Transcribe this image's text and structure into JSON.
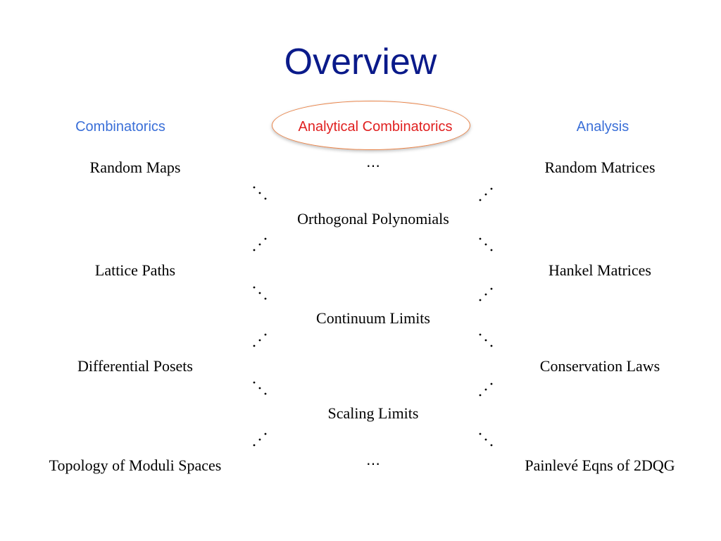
{
  "title": "Overview",
  "columns": {
    "left": "Combinatorics",
    "center": "Analytical Combinatorics",
    "right": "Analysis"
  },
  "left_terms": [
    "Random Maps",
    "Lattice Paths",
    "Differential Posets",
    "Topology of Moduli Spaces"
  ],
  "center_terms": [
    "Orthogonal Polynomials",
    "Continuum Limits",
    "Scaling Limits"
  ],
  "right_terms": [
    "Random Matrices",
    "Hankel Matrices",
    "Conservation Laws",
    "Painlevé Eqns of 2DQG"
  ],
  "center_ellipsis": [
    "⋯",
    "⋯"
  ],
  "colors": {
    "title": "#0a1a8a",
    "column_heading": "#3a6fd8",
    "highlight_text": "#e02020",
    "highlight_ellipse": "#e8844a"
  }
}
